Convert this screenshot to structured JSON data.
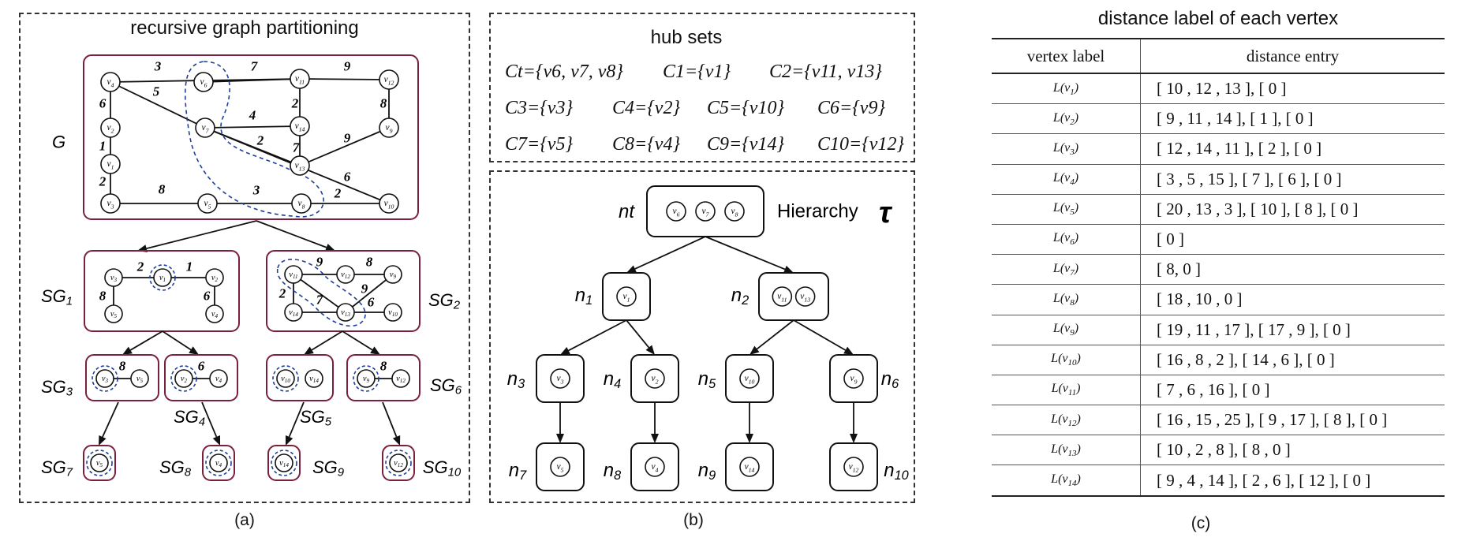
{
  "panel_a": {
    "title": "recursive graph partitioning",
    "caption": "(a)",
    "graph_label": "G",
    "vertices": [
      {
        "id": "v4",
        "label": "v4"
      },
      {
        "id": "v6",
        "label": "v6"
      },
      {
        "id": "v11",
        "label": "v11"
      },
      {
        "id": "v12",
        "label": "v12"
      },
      {
        "id": "v2",
        "label": "v2"
      },
      {
        "id": "v7",
        "label": "v7"
      },
      {
        "id": "v14",
        "label": "v14"
      },
      {
        "id": "v9",
        "label": "v9"
      },
      {
        "id": "v1",
        "label": "v1"
      },
      {
        "id": "v13",
        "label": "v13"
      },
      {
        "id": "v3",
        "label": "v3"
      },
      {
        "id": "v5",
        "label": "v5"
      },
      {
        "id": "v8",
        "label": "v8"
      },
      {
        "id": "v10",
        "label": "v10"
      }
    ],
    "edges": [
      {
        "from": "v4",
        "to": "v11",
        "weight": "3"
      },
      {
        "from": "v6",
        "to": "v11",
        "weight": "7"
      },
      {
        "from": "v11",
        "to": "v12",
        "weight": "9"
      },
      {
        "from": "v4",
        "to": "v7",
        "weight": "5"
      },
      {
        "from": "v4",
        "to": "v2",
        "weight": "6"
      },
      {
        "from": "v11",
        "to": "v14",
        "weight": "2"
      },
      {
        "from": "v12",
        "to": "v9",
        "weight": "8"
      },
      {
        "from": "v7",
        "to": "v14",
        "weight": "4"
      },
      {
        "from": "v2",
        "to": "v1",
        "weight": "1"
      },
      {
        "from": "v7",
        "to": "v13",
        "weight": "2"
      },
      {
        "from": "v14",
        "to": "v13",
        "weight": "7"
      },
      {
        "from": "v9",
        "to": "v13",
        "weight": "9"
      },
      {
        "from": "v1",
        "to": "v3",
        "weight": "2"
      },
      {
        "from": "v7",
        "to": "v10",
        "weight": "6"
      },
      {
        "from": "v3",
        "to": "v5",
        "weight": "8"
      },
      {
        "from": "v5",
        "to": "v8",
        "weight": "3"
      },
      {
        "from": "v8",
        "to": "v10",
        "weight": "2"
      }
    ],
    "subgraph_labels": [
      "SG1",
      "SG2",
      "SG3",
      "SG4",
      "SG5",
      "SG6",
      "SG7",
      "SG8",
      "SG9",
      "SG10"
    ],
    "sg1": {
      "vertices": [
        "v3",
        "v1",
        "v2",
        "v5",
        "v4"
      ],
      "weights": [
        "2",
        "1",
        "8",
        "6"
      ]
    },
    "sg2": {
      "vertices": [
        "v11",
        "v12",
        "v9",
        "v14",
        "v13",
        "v10"
      ],
      "weights": [
        "9",
        "8",
        "2",
        "7",
        "9",
        "6"
      ]
    },
    "sg3": {
      "vertices": [
        "v3",
        "v5"
      ],
      "weight": "8"
    },
    "sg4": {
      "vertices": [
        "v2",
        "v4"
      ],
      "weight": "6"
    },
    "sg5": {
      "vertices": [
        "v10",
        "v14"
      ]
    },
    "sg6": {
      "vertices": [
        "v9",
        "v12"
      ],
      "weight": "8"
    },
    "sg7": {
      "vertex": "v5"
    },
    "sg8": {
      "vertex": "v4"
    },
    "sg9": {
      "vertex": "v14"
    },
    "sg10": {
      "vertex": "v12"
    }
  },
  "panel_b": {
    "caption": "(b)",
    "hub_title": "hub sets",
    "hub_sets": [
      "Ct={v6, v7, v8}",
      "C1={v1}",
      "C2={v11, v13}",
      "C3={v3}",
      "C4={v2}",
      "C5={v10}",
      "C6={v9}",
      "C7={v5}",
      "C8={v4}",
      "C9={v14}",
      "C10={v12}"
    ],
    "hierarchy_label": "Hierarchy",
    "hierarchy_symbol": "τ",
    "nodes": [
      {
        "name": "nt",
        "vertices": [
          "v6",
          "v7",
          "v8"
        ]
      },
      {
        "name": "n1",
        "vertices": [
          "v1"
        ]
      },
      {
        "name": "n2",
        "vertices": [
          "v11",
          "v13"
        ]
      },
      {
        "name": "n3",
        "vertices": [
          "v3"
        ]
      },
      {
        "name": "n4",
        "vertices": [
          "v2"
        ]
      },
      {
        "name": "n5",
        "vertices": [
          "v10"
        ]
      },
      {
        "name": "n6",
        "vertices": [
          "v9"
        ]
      },
      {
        "name": "n7",
        "vertices": [
          "v5"
        ]
      },
      {
        "name": "n8",
        "vertices": [
          "v4"
        ]
      },
      {
        "name": "n9",
        "vertices": [
          "v14"
        ]
      },
      {
        "name": "n10",
        "vertices": [
          "v12"
        ]
      }
    ]
  },
  "panel_c": {
    "title": "distance label of each vertex",
    "caption": "(c)",
    "col_vertex": "vertex label",
    "col_entry": "distance entry",
    "rows": [
      {
        "label": "L(v1)",
        "entry": "[ 10 , 12 , 13 ],  [ 0 ]"
      },
      {
        "label": "L(v2)",
        "entry": "[ 9 , 11 , 14 ],  [ 1 ],  [ 0 ]"
      },
      {
        "label": "L(v3)",
        "entry": "[ 12 , 14 , 11 ],  [ 2 ],  [ 0 ]"
      },
      {
        "label": "L(v4)",
        "entry": "[ 3 , 5 , 15 ],  [ 7 ],  [ 6 ],  [ 0 ]"
      },
      {
        "label": "L(v5)",
        "entry": "[ 20 , 13 , 3 ],  [ 10 ],  [ 8 ],  [ 0 ]"
      },
      {
        "label": "L(v6)",
        "entry": "[ 0 ]"
      },
      {
        "label": "L(v7)",
        "entry": "[ 8, 0 ]"
      },
      {
        "label": "L(v8)",
        "entry": "[ 18 , 10 , 0 ]"
      },
      {
        "label": "L(v9)",
        "entry": "[ 19 , 11 , 17 ],  [ 17 , 9 ],  [ 0 ]"
      },
      {
        "label": "L(v10)",
        "entry": "[ 16 , 8 , 2 ],  [ 14 , 6 ],  [ 0 ]"
      },
      {
        "label": "L(v11)",
        "entry": "[ 7 , 6 , 16 ],  [ 0 ]"
      },
      {
        "label": "L(v12)",
        "entry": "[ 16 , 15 , 25 ],  [ 9 , 17 ],  [ 8 ],  [ 0 ]"
      },
      {
        "label": "L(v13)",
        "entry": "[ 10 , 2 , 8 ],  [ 8 , 0 ]"
      },
      {
        "label": "L(v14)",
        "entry": "[ 9 , 4 , 14 ],  [ 2 , 6 ],  [ 12 ],  [ 0 ]"
      }
    ]
  },
  "colors": {
    "subgraph_border": "#7a1f3d",
    "hub_ring": "#1f3f9a",
    "edge": "#111111"
  }
}
